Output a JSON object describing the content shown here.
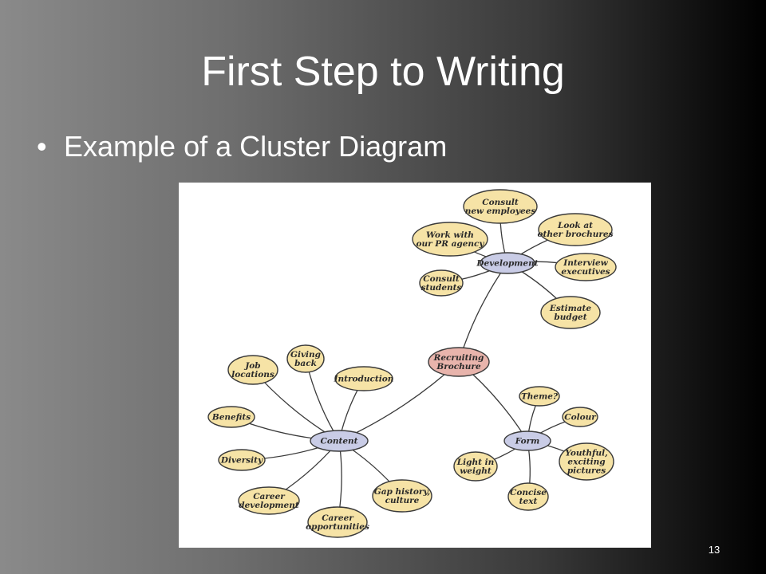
{
  "slide": {
    "title": "First Step to Writing",
    "bullet": "Example of a Cluster Diagram",
    "page_number": "13"
  },
  "diagram": {
    "fill_colors": {
      "center": "#e8b4ac",
      "hub": "#c9cce6",
      "leaf": "#f6e3a6",
      "stroke": "#3a3a3a"
    },
    "center": {
      "lines": [
        "Recruiting",
        "Brochure"
      ]
    },
    "development": {
      "hub": [
        "Development"
      ],
      "leaves": [
        [
          "Consult",
          "new employees"
        ],
        [
          "Look at",
          "other brochures"
        ],
        [
          "Work with",
          "our PR agency"
        ],
        [
          "Interview",
          "executives"
        ],
        [
          "Consult",
          "students"
        ],
        [
          "Estimate",
          "budget"
        ]
      ]
    },
    "content": {
      "hub": [
        "Content"
      ],
      "leaves": [
        [
          "Giving",
          "back"
        ],
        [
          "Job",
          "locations"
        ],
        [
          "Introduction"
        ],
        [
          "Benefits"
        ],
        [
          "Diversity"
        ],
        [
          "Career",
          "development"
        ],
        [
          "Career",
          "opportunities"
        ],
        [
          "Gap history,",
          "culture"
        ]
      ]
    },
    "form": {
      "hub": [
        "Form"
      ],
      "leaves": [
        [
          "Theme?"
        ],
        [
          "Colour"
        ],
        [
          "Youthful,",
          "exciting",
          "pictures"
        ],
        [
          "Light in",
          "weight"
        ],
        [
          "Concise",
          "text"
        ]
      ]
    }
  }
}
